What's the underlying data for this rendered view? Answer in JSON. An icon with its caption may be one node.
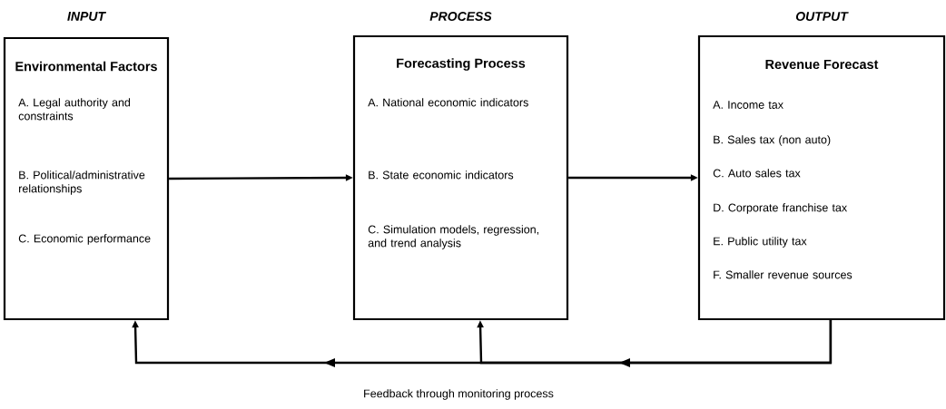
{
  "diagram": {
    "nodes": [
      {
        "text": [
          "INPUT",
          "Environmental Factors",
          "A. Legal authority and constraints",
          "B. Political/administrative relationships",
          "C. Economic performance"
        ]
      },
      {
        "text": [
          "PROCESS",
          "Forecasting Process",
          "A. National economic indicators",
          "B. State economic indicators",
          "C. Simulation models, regression, and trend analysis"
        ]
      },
      {
        "text": [
          "OUTPUT",
          "Revenue Forecast",
          "A. Income tax",
          "B. Sales tax (non auto)",
          "C. Auto sales tax",
          "D. Corporate franchise tax",
          "E. Public utility tax",
          "F. Smaller revenue sources"
        ]
      }
    ],
    "edges": [
      {
        "from": 0,
        "to": 1,
        "arrow": "to"
      },
      {
        "from": 1,
        "to": 2,
        "arrow": "to"
      },
      {
        "from": 2,
        "to": 0,
        "arrow": "to",
        "label": "Feedback through monitoring process"
      },
      {
        "from": 2,
        "to": 1,
        "arrow": "to"
      }
    ]
  }
}
